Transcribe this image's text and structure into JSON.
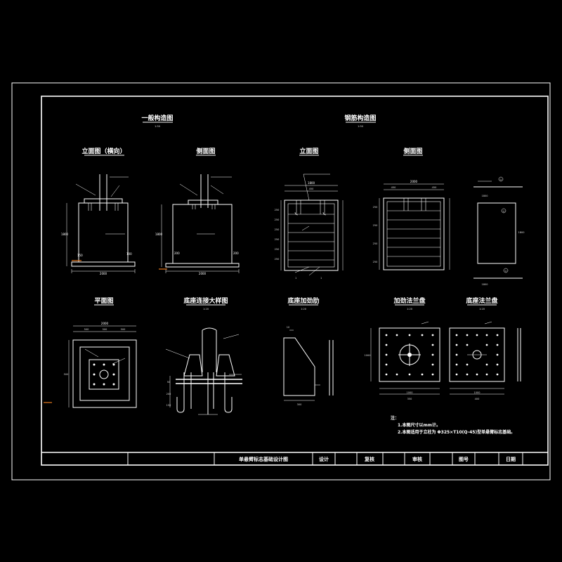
{
  "titles": {
    "general": "一般构造图",
    "general_scale": "1:50",
    "rebar": "钢筋构造图",
    "rebar_scale": "1:50"
  },
  "views": {
    "elev_lat": "立面图（横向）",
    "side": "侧面图",
    "elev": "立面图",
    "rebar_side": "侧面图",
    "plan": "平面图",
    "anchor_detail": "底座连接大样图",
    "anchor_scale": "1:20",
    "stiffener": "底座加劲肋",
    "stiffener_scale": "1:20",
    "flange": "加劲法兰盘",
    "flange_scale": "1:20",
    "base_flange": "底座法兰盘",
    "base_flange_scale": "1:20"
  },
  "labels": {
    "dim_2000": "2000",
    "dim_1800": "1800",
    "dim_1000": "1000",
    "dim_100": "100",
    "dim_200": "200",
    "dim_150": "150",
    "dim_50": "50",
    "dim_250": "250",
    "dim_500": "500",
    "dim_300": "300",
    "dim_350": "350",
    "dim_450": "450",
    "dim_400": "400",
    "dim_10": "10",
    "dim_1": "1",
    "circle_1": "①",
    "circle_2": "②",
    "note_title": "注：",
    "note_1": "1.本图尺寸以mm计。",
    "note_2": "2.本图适用于立柱为  Φ325×T10(Q-45)型单悬臂标志基础。"
  },
  "title_block": {
    "drawing_name": "单悬臂标志基础设计图",
    "design": "设计",
    "check": "复核",
    "review": "审核",
    "drawing_no": "图号",
    "date": "日期"
  },
  "colors": {
    "background": "#000000",
    "line": "#ffffff",
    "marker": "#e87a1e"
  }
}
